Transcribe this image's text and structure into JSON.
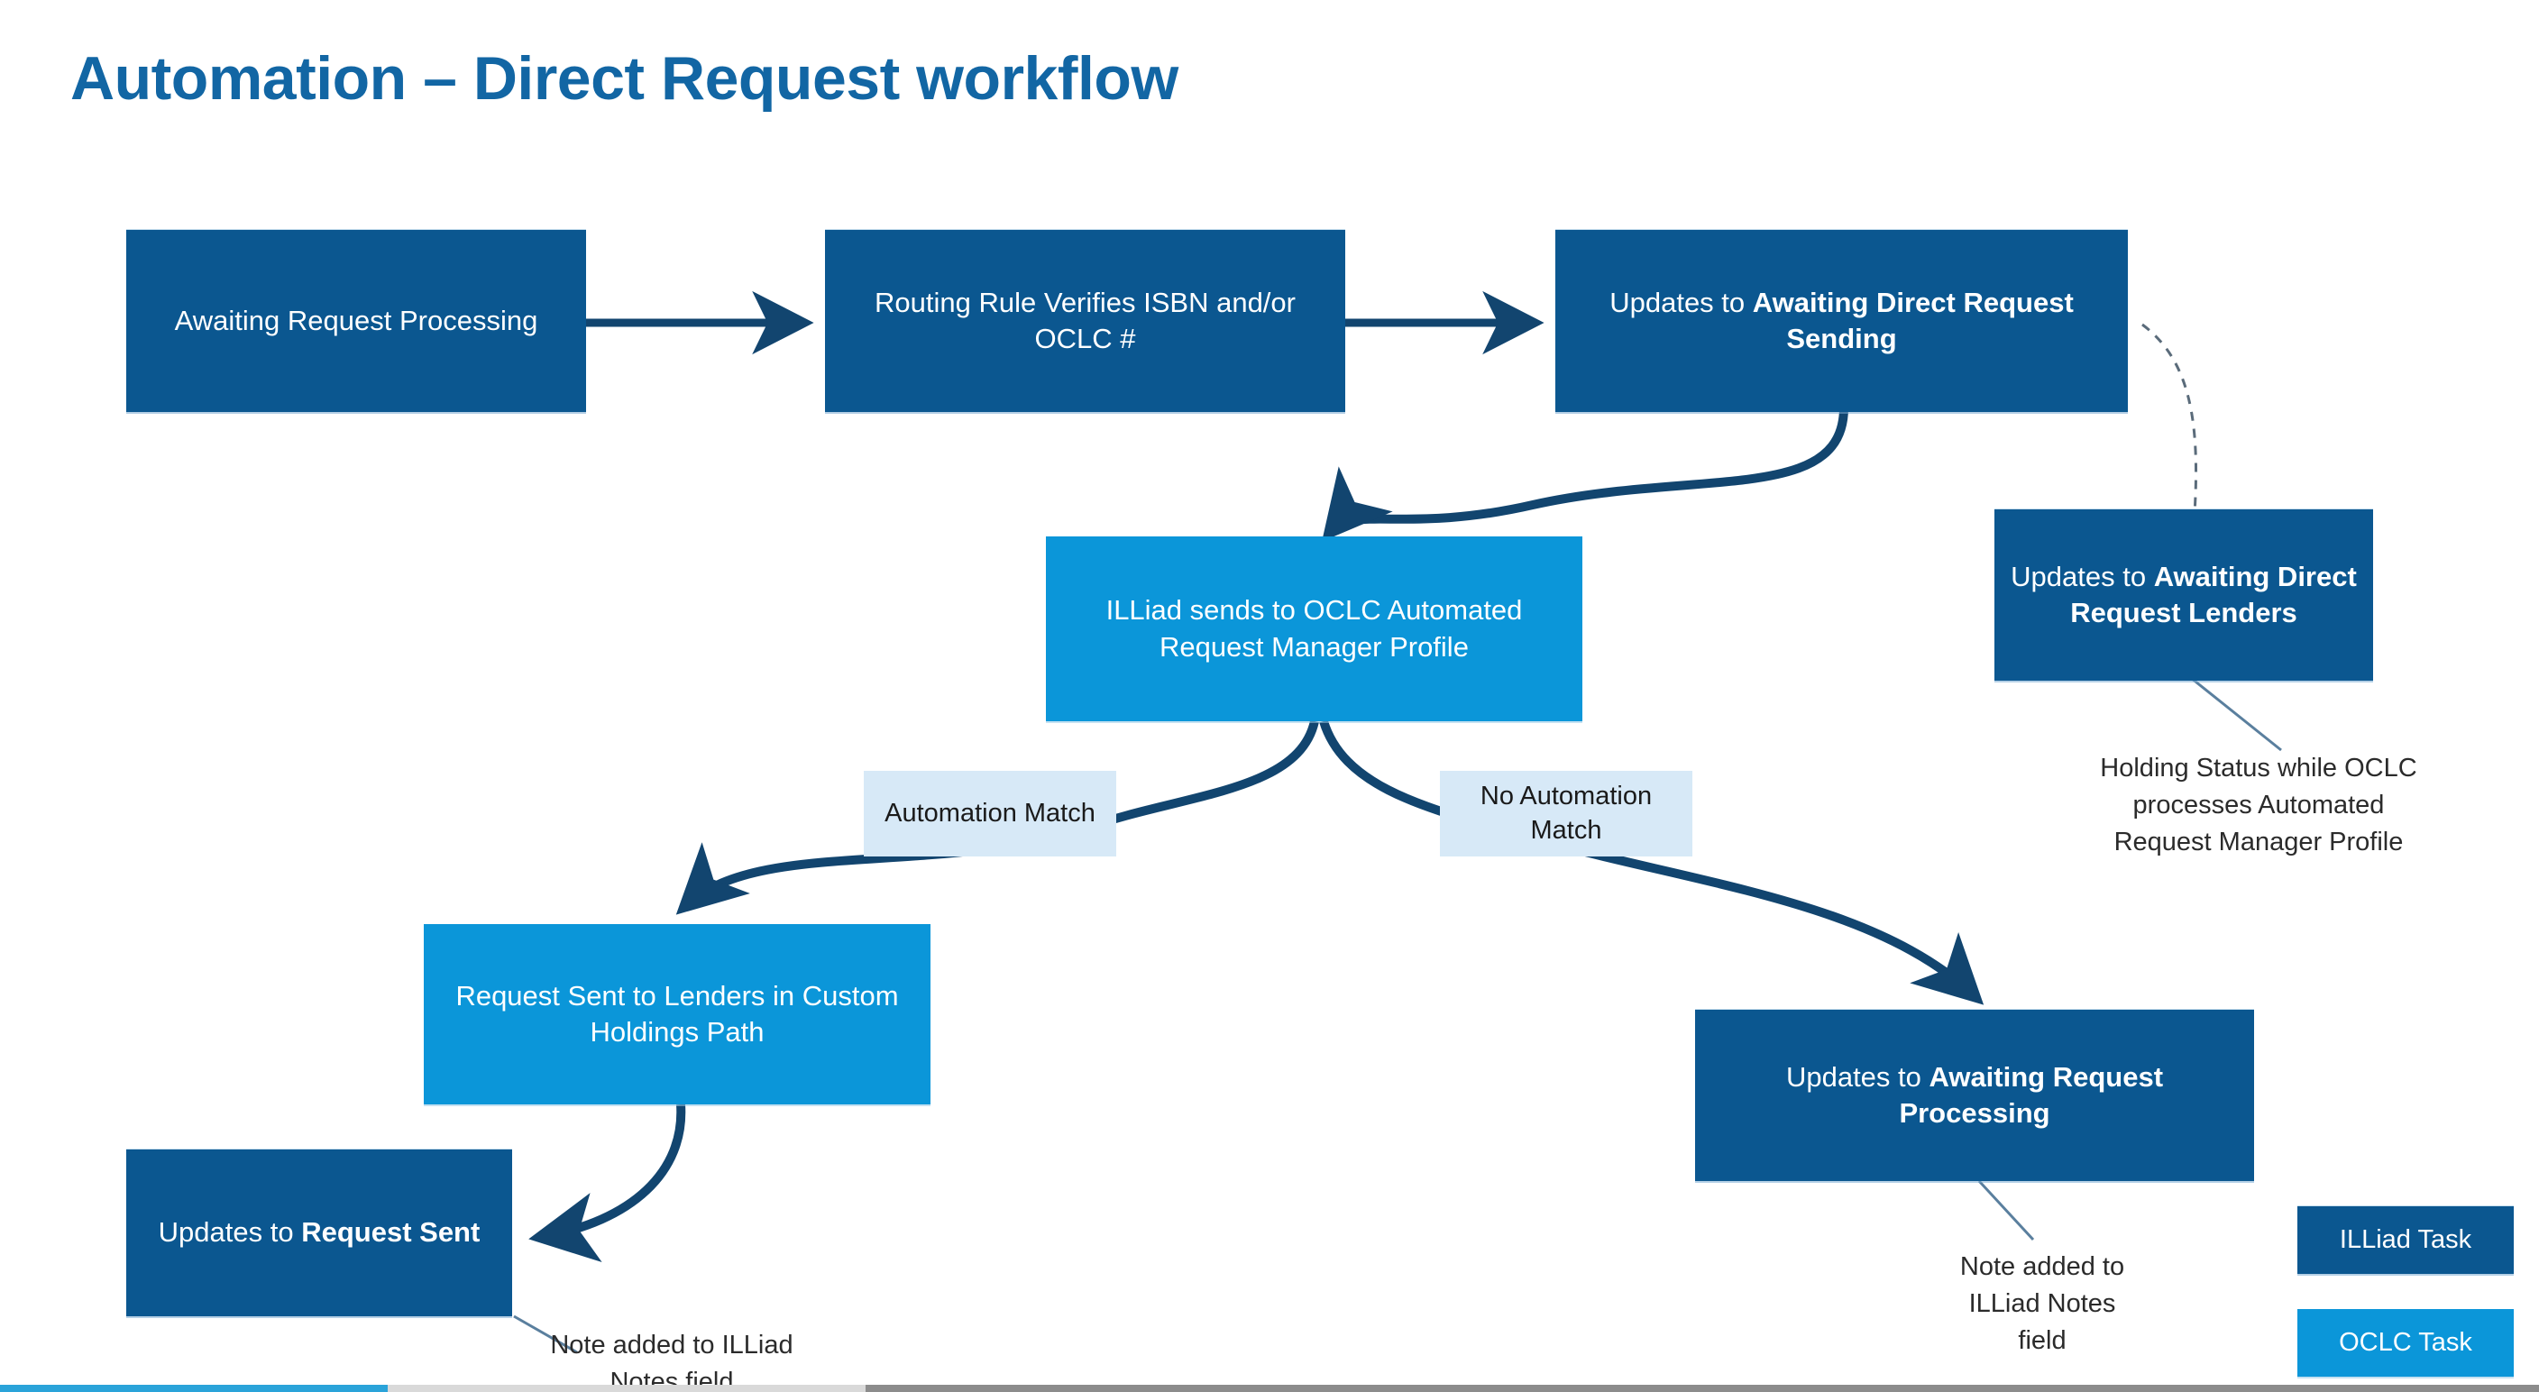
{
  "title": "Automation – Direct Request workflow",
  "colors": {
    "title_blue": "#1266a4",
    "illiad_blue": "#0b5790",
    "oclc_blue": "#0b96d9",
    "label_pale_blue": "#d7e9f7",
    "connector_navy": "#12456f"
  },
  "nodes": {
    "awaiting_request_processing": {
      "label": "Awaiting Request Processing",
      "type": "ILLiad Task"
    },
    "routing_rule": {
      "label": "Routing Rule Verifies ISBN and/or OCLC #",
      "type": "ILLiad Task"
    },
    "awaiting_direct_request_sending": {
      "prefix": "Updates to ",
      "emphasis": "Awaiting Direct Request Sending",
      "type": "ILLiad Task"
    },
    "awaiting_direct_request_lenders": {
      "prefix": "Updates to ",
      "emphasis": "Awaiting Direct Request Lenders",
      "type": "ILLiad Task"
    },
    "illiad_sends_to_oclc": {
      "label": "ILLiad sends to OCLC Automated Request Manager Profile",
      "type": "OCLC Task"
    },
    "request_sent_to_lenders": {
      "label": "Request Sent to Lenders in Custom Holdings Path",
      "type": "OCLC Task"
    },
    "updates_to_request_sent": {
      "prefix": "Updates to ",
      "emphasis": "Request Sent",
      "type": "ILLiad Task"
    },
    "updates_to_awaiting_request_processing": {
      "prefix": "Updates to ",
      "emphasis": "Awaiting Request Processing",
      "type": "ILLiad Task"
    }
  },
  "branch_labels": {
    "automation_match": "Automation Match",
    "no_automation_match": "No Automation Match"
  },
  "captions": {
    "holding_status": "Holding Status while OCLC processes Automated Request Manager Profile",
    "note_left": "Note added to ILLiad Notes field",
    "note_right": "Note added to ILLiad Notes field"
  },
  "legend": {
    "illiad_task": "ILLiad Task",
    "oclc_task": "OCLC Task"
  }
}
